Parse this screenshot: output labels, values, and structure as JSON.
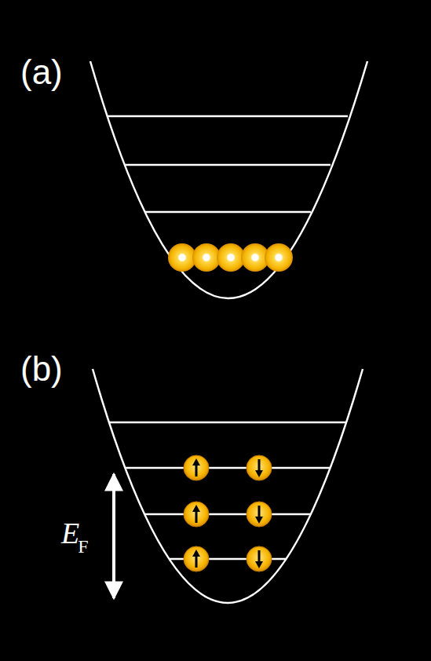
{
  "diagram": {
    "labels": [
      "(a)",
      "(b)",
      "E",
      "F"
    ]
  }
}
